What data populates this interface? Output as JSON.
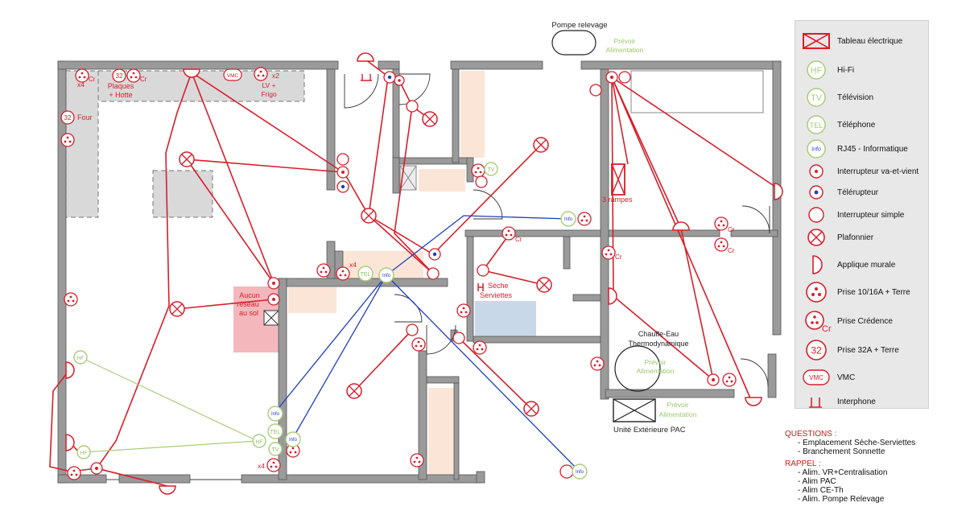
{
  "plan_labels": {
    "pompe_relevage": "Pompe relevage",
    "prevoir_1": "Prévoir",
    "alimentation_1": "Alimentation",
    "x4_top": "x4",
    "plaques": "Plaques",
    "hotte": "+ Hotte",
    "x2": "x2",
    "lv": "LV +",
    "frigo": "Frigo",
    "four": "Four",
    "n32": "32",
    "vmc": "VMC",
    "cr": "Cr",
    "three_rampes": "3 rampes",
    "x4_mid": "x4",
    "tel": "TEL",
    "info": "Info",
    "tv": "TV",
    "hf": "HF",
    "seche": "Sèche",
    "serviettes": "Serviettes",
    "aucun": "Aucun",
    "reseau": "réseau",
    "au_sol": "au sol",
    "chauffe_eau": "Chauffe-Eau",
    "thermodynamique": "Thermodynamique",
    "prevoir_2": "Prévoir",
    "alimentation_2": "Alimentation",
    "prevoir_3": "Prévoir",
    "alimentation_3": "Alimentation",
    "unite_ext": "Unité Extérieure PAC",
    "x4_bottom": "x4"
  },
  "legend": [
    {
      "symbol": "tableau-electrique",
      "label": "Tableau électrique"
    },
    {
      "symbol": "hifi",
      "glyph": "HF",
      "label": "Hi-Fi"
    },
    {
      "symbol": "television",
      "glyph": "TV",
      "label": "Télévision"
    },
    {
      "symbol": "telephone",
      "glyph": "TEL",
      "label": "Téléphone"
    },
    {
      "symbol": "rj45",
      "glyph": "Info",
      "label": "RJ45 - Informatique"
    },
    {
      "symbol": "va-et-vient",
      "label": "Interrupteur va-et-vient"
    },
    {
      "symbol": "telerupteur",
      "label": "Télérupteur"
    },
    {
      "symbol": "interrupteur-simple",
      "label": "Interrupteur simple"
    },
    {
      "symbol": "plafonnier",
      "label": "Plafonnier"
    },
    {
      "symbol": "applique",
      "label": "Applique murale"
    },
    {
      "symbol": "prise",
      "label": "Prise 10/16A + Terre"
    },
    {
      "symbol": "prise-credence",
      "glyph": "Cr",
      "label": "Prise Crédence"
    },
    {
      "symbol": "prise-32a",
      "glyph": "32",
      "label": "Prise 32A + Terre"
    },
    {
      "symbol": "vmc",
      "glyph": "VMC",
      "label": "VMC"
    },
    {
      "symbol": "interphone",
      "label": "Interphone"
    }
  ],
  "notes": {
    "questions_title": "QUESTIONS :",
    "questions": [
      "- Emplacement Sèche-Serviettes",
      "- Branchement Sonnette"
    ],
    "rappel_title": "RAPPEL :",
    "rappel": [
      "- Alim. VR+Centralisation",
      "- Alim PAC",
      "- Alim CE-Th",
      "- Alim. Pompe Relevage"
    ]
  },
  "colors": {
    "wall": "#9a9a9a",
    "electric_red": "#d81e2a",
    "network_blue": "#1f3fbf",
    "audio_green": "#a9cd7a",
    "kitchen_grey": "#d9d9d9",
    "tile_orange": "#fbe5d6",
    "shower_blue": "#c9d8e8",
    "no_floor_red": "#f4b8bc",
    "note_green": "#9cc76b"
  }
}
